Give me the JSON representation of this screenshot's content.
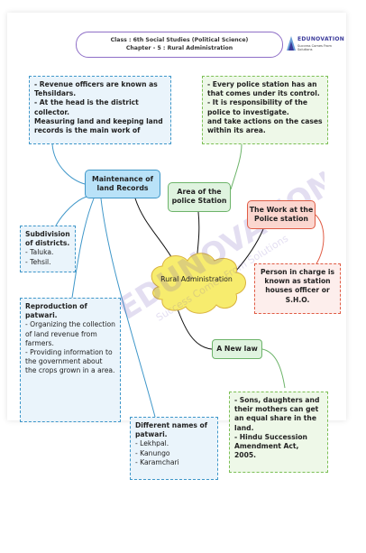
{
  "header": {
    "line1": "Class : 6th Social Studies (Political Science)",
    "line2": "Chapter - 5 : Rural Administration"
  },
  "logo": {
    "text": "EDUNOVATION",
    "tagline": "Success Comes From Solutions"
  },
  "watermark": {
    "main": "EDUNOVATION",
    "sub": "Success Comes From Solutions"
  },
  "center": {
    "label": "Rural Administration"
  },
  "nodes": {
    "maintenance": "Maintenance of land Records",
    "area": "Area of the police Station",
    "work": "The Work at the Police station",
    "law": "A New law"
  },
  "boxes": {
    "revenue": [
      "- Revenue officers are known as Tehsildars.",
      "- At the head is the district collector.",
      "Measuring land and keeping land records is the main work of"
    ],
    "police_station": [
      "- Every police station has an that comes under its control.",
      "- It is responsibility of the police to investigate.",
      "and take actions on the cases within its area."
    ],
    "subdivision": {
      "title": "Subdivision of districts.",
      "items": [
        "- Taluka.",
        "- Tehsil."
      ]
    },
    "reproduction": {
      "title": "Reproduction of patwari.",
      "items": [
        "- Organizing the collection of land revenue from farmers.",
        "- Providing information to the government about the crops grown in a area."
      ]
    },
    "names": {
      "title": "Different names of patwari.",
      "items": [
        "- Lekhpal.",
        "- Kanungo",
        "- Karamchari"
      ]
    },
    "person": "Person in charge is known as station houses officer or S.H.O.",
    "succession": [
      "- Sons, daughters and their mothers can get an equal share in the land.",
      "- Hindu Succession Amendment Act, 2005."
    ]
  },
  "colors": {
    "blue": "#3f97c9",
    "green": "#6db46a",
    "red": "#e05c45",
    "cloud": "#f7ec6e",
    "header_border": "#8f6fc7"
  }
}
